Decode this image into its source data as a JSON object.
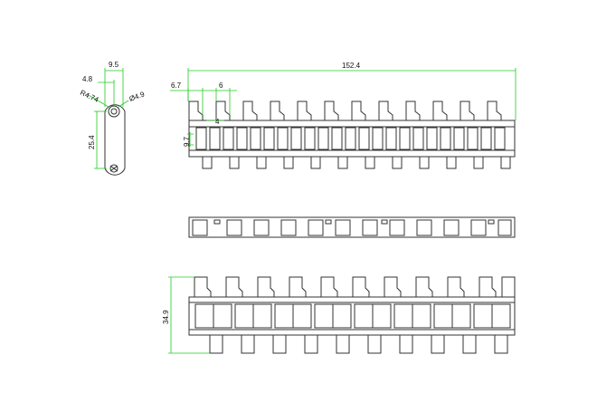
{
  "colors": {
    "outline": "#333333",
    "dimension": "#22cc22",
    "text": "#111111",
    "background": "#ffffff"
  },
  "dimensions": {
    "total_length": "152.4",
    "pitch_offset": "6.7",
    "pitch_small": "6",
    "rib_height": "9.7",
    "rib_small": "4",
    "side_height": "25.4",
    "top_width": "9.5",
    "top_offset": "4.8",
    "radius": "R4.74",
    "hole_diameter": "Ø4.9",
    "bottom_height": "34.9"
  }
}
